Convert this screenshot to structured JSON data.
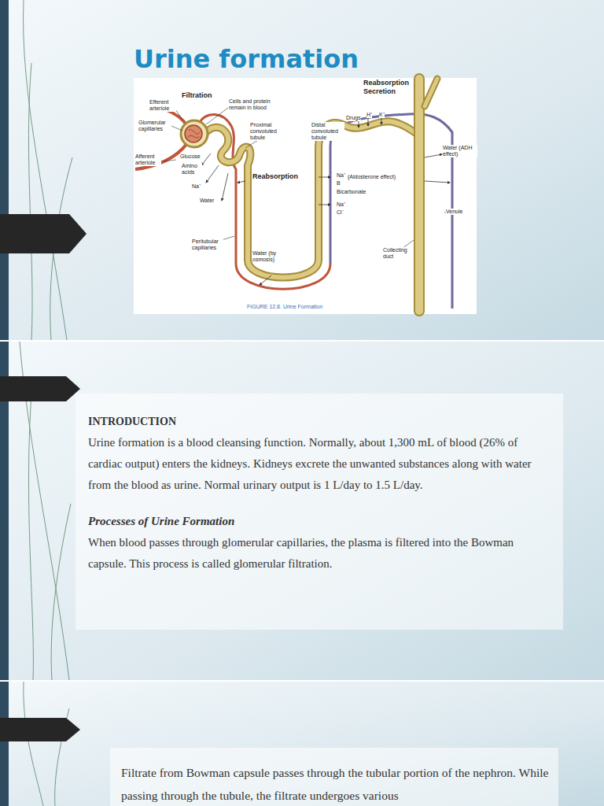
{
  "diagram": {
    "title": "Urine formation",
    "caption": "FIGURE 12.8. Urine Formation",
    "nodes": [
      {
        "text": [
          "INTRODUCTION",
          "Urine formation is a blood cleansing function. Normally, about 1,300 mL of blood (26% of cardiac output) enters the kidneys. Kidneys excrete the unwanted substances along with water from the blood as urine. Normal urinary output is 1 L/day to 1.5 L/day.",
          "Processes of Urine Formation",
          "When blood passes through glomerular capillaries, the plasma is filtered into the Bowman capsule. This process is called glomerular filtration."
        ]
      },
      {
        "text": [
          "Filtrate from Bowman capsule passes through the tubular portion of the nephron. While passing through the tubule, the filtrate undergoes various"
        ]
      }
    ],
    "labels": [
      "Filtration",
      "Efferent arteriole",
      "Cells and protein remain in blood",
      "Glomerular capillaries",
      "Proximal convoluted tubule",
      "Distal convoluted tubule",
      "Reabsorption",
      "Secretion",
      "Drugs",
      "H⁺",
      "K⁺",
      "Water (ADH effect)",
      "Afferent arteriole",
      "Glucose",
      "Amino acids",
      "Na⁺",
      "Water",
      "Reabsorption",
      "Na⁺",
      "(Aldosterone effect)",
      "B",
      "Bicarbonate",
      "Na⁺",
      "Cl⁻",
      "Venule",
      "Peritubular capillaries",
      "Water (by osmosis)",
      "Collecting duct"
    ]
  }
}
